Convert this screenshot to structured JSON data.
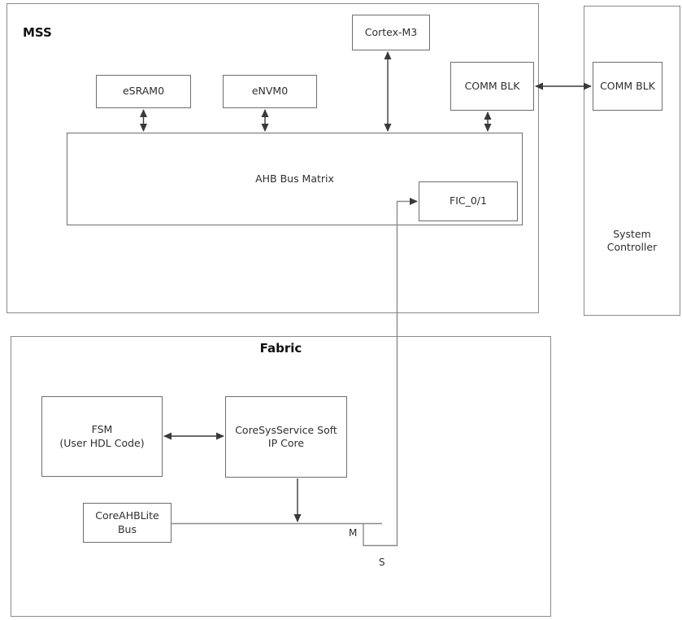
{
  "colors": {
    "background": "#ffffff",
    "container_border": "#8a8a8a",
    "box_border": "#6e6e6e",
    "text": "#2f2f2f",
    "arrow": "#3a3a3a",
    "wire": "#8a8a8a"
  },
  "mss": {
    "title": "MSS",
    "esram0": "eSRAM0",
    "envm0": "eNVM0",
    "cortex_m3": "Cortex-M3",
    "comm_blk": "COMM BLK",
    "ahb_bus_matrix": "AHB Bus Matrix",
    "fic": "FIC_0/1"
  },
  "system_controller": {
    "title": "System\nController",
    "comm_blk": "COMM BLK"
  },
  "fabric": {
    "title": "Fabric",
    "fsm": "FSM\n(User HDL Code)",
    "coresysservice": "CoreSysService Soft\nIP Core",
    "coreahblite": "CoreAHBLite\nBus",
    "port_m": "M",
    "port_s": "S"
  }
}
